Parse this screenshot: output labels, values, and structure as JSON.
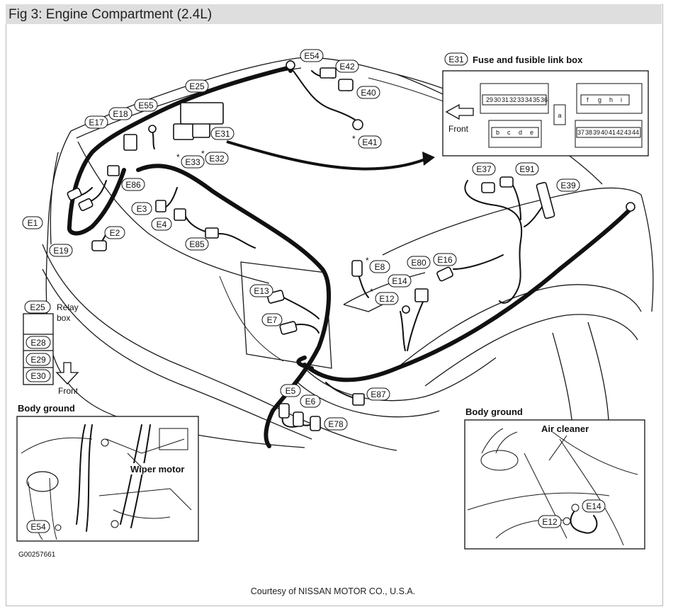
{
  "title": "Fig 3: Engine Compartment (2.4L)",
  "courtesy": "Courtesy of NISSAN MOTOR CO., U.S.A.",
  "figure_id": "G00257661",
  "fuse_box": {
    "title": "Fuse and fusible link box",
    "code": "E31",
    "front_label": "Front",
    "row1": [
      "29",
      "30",
      "31",
      "32",
      "33",
      "34",
      "35",
      "36"
    ],
    "row2": [
      "37",
      "38",
      "39",
      "40",
      "41",
      "42",
      "43",
      "44"
    ],
    "letters_top": [
      "f",
      "g",
      "h",
      "i"
    ],
    "letters_bottom": [
      "b",
      "c",
      "d",
      "e"
    ],
    "letter_a": "a"
  },
  "relay_box": {
    "code": "E25",
    "label_line1": "Relay",
    "label_line2": "box",
    "stack": [
      "E28",
      "E29",
      "E30"
    ],
    "front_label": "Front"
  },
  "body_ground_left": {
    "heading": "Body ground",
    "note": "Wiper motor",
    "code": "E54"
  },
  "body_ground_right": {
    "heading": "Body ground",
    "note": "Air cleaner",
    "codes": [
      "E14",
      "E12"
    ]
  },
  "callouts": {
    "E54": "E54",
    "E42": "E42",
    "E40": "E40",
    "E41": "E41",
    "E25": "E25",
    "E55": "E55",
    "E18": "E18",
    "E17": "E17",
    "E31": "E31",
    "E33": "E33",
    "E32": "E32",
    "E86": "E86",
    "E3": "E3",
    "E4": "E4",
    "E85": "E85",
    "E1": "E1",
    "E2": "E2",
    "E19": "E19",
    "E37": "E37",
    "E91": "E91",
    "E39": "E39",
    "E8": "E8",
    "E80": "E80",
    "E16": "E16",
    "E14": "E14",
    "E12": "E12",
    "E13": "E13",
    "E7": "E7",
    "E5": "E5",
    "E6": "E6",
    "E78": "E78",
    "E87": "E87"
  },
  "asterisk": "*"
}
